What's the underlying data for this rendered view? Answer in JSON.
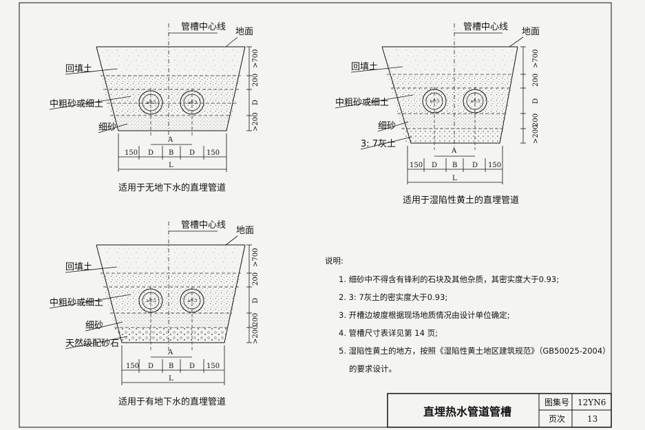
{
  "labels": {
    "centerline": "管槽中心线",
    "ground": "地面",
    "backfill": "回填土",
    "medium_sand": "中粗砂或细土",
    "fine_sand": "细砂",
    "lime_soil": "3: 7灰土",
    "graded_gravel": "天然级配砂石",
    "pipe_label": "≥0.5"
  },
  "dims": {
    "d150": "150",
    "dD": "D",
    "dB": "B",
    "dA": "A",
    "dL": "L",
    "v700": ">700",
    "v200": "200",
    "vD": "D",
    "v200b": ">200"
  },
  "captions": {
    "no_groundwater": "适用于无地下水的直埋管道",
    "loess": "适用于湿陷性黄土的直埋管道",
    "groundwater": "适用于有地下水的直埋管道"
  },
  "notes": {
    "heading": "说明:",
    "items": [
      "1. 细砂中不得含有锋利的石块及其他杂质，其密实度大于0.93;",
      "2. 3: 7灰土的密实度大于0.93;",
      "3. 开槽边坡度根据现场地质情况由设计单位确定;",
      "4. 管槽尺寸表详见第 14 页;",
      "5. 湿陷性黄土的地方，按照《湿陷性黄土地区建筑规范》（GB50025-2004）",
      "的要求设计。"
    ]
  },
  "title_block": {
    "title": "直埋热水管道管槽",
    "atlas_label": "图集号",
    "atlas_value": "12YN6",
    "page_label": "页次",
    "page_value": "13"
  },
  "colors": {
    "ink": "#111111",
    "paper": "#f4f4f2"
  }
}
